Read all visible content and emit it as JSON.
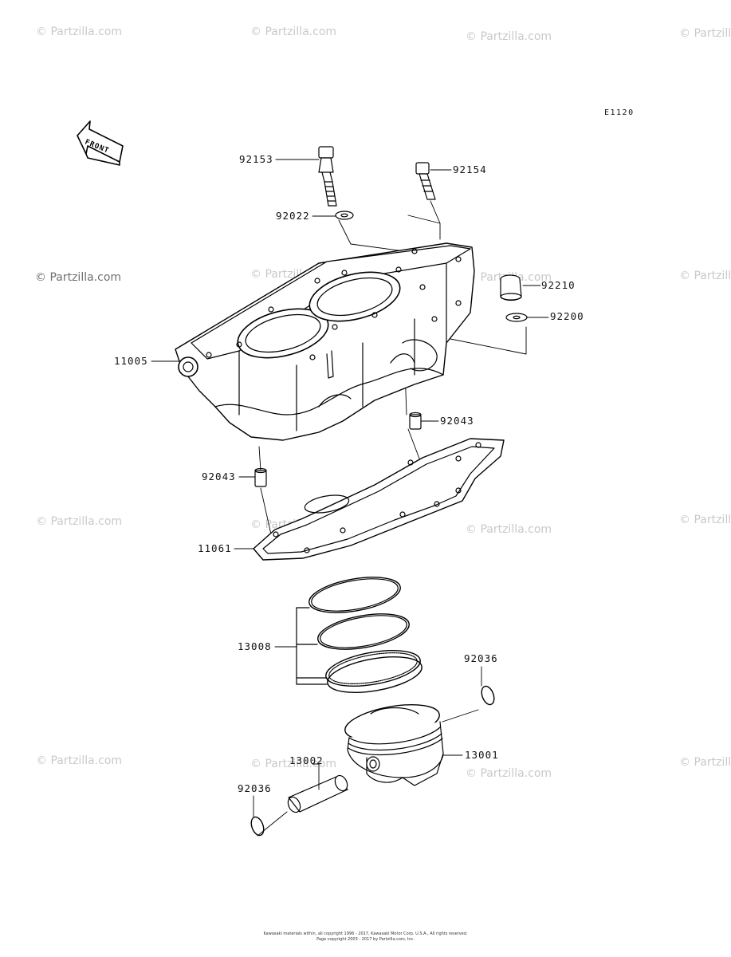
{
  "diagram": {
    "code": "E1120",
    "front_label": "FRONT"
  },
  "watermarks": [
    "© Partzilla.com",
    "© Partzilla.com",
    "© Partzilla.com",
    "© Partzilla.com",
    "© Partzilla.com",
    "© Partzilla.com",
    "© Partzilla.com",
    "© Partzilla.com",
    "© Partzilla.com",
    "© Partzilla.com",
    "© Partzilla.com",
    "© Partzilla.com",
    "© Partzilla.com",
    "© Partzilla.com",
    "© Partzilla.com",
    "© Partzilla.com"
  ],
  "callouts": {
    "bolt_left": "92153",
    "bolt_right": "92154",
    "washer": "92022",
    "sleeve": "92210",
    "sleeve_washer": "92200",
    "cylinder": "11005",
    "dowel_right": "92043",
    "dowel_left": "92043",
    "gasket": "11061",
    "rings": "13008",
    "circlip_right": "92036",
    "piston": "13001",
    "pin": "13002",
    "circlip_left": "92036"
  },
  "footer": {
    "line1": "Kawasaki materials within, all copyright 1996 - 2017, Kawasaki Motor Corp. U.S.A., All rights reserved.",
    "line2": "Page copyright 2003 - 2017 by Partzilla.com, Inc."
  }
}
